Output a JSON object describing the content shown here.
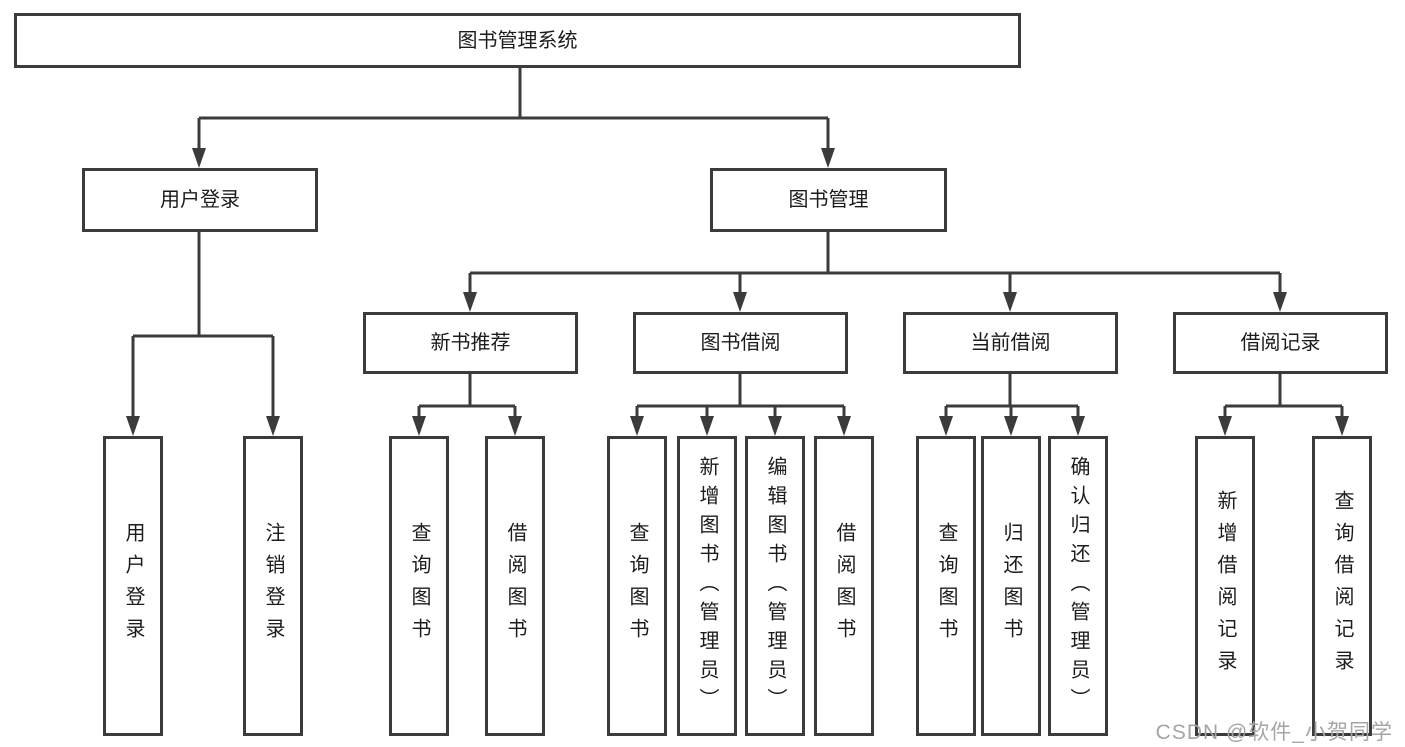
{
  "diagram": {
    "title": "图书管理系统",
    "colors": {
      "line": "#3b3b3b",
      "text": "#1c1c1c",
      "background": "#ffffff",
      "watermark": "#a5a5a5"
    },
    "tree": {
      "root": {
        "label": "图书管理系统"
      },
      "branches": [
        {
          "label": "用户登录",
          "children": [
            {
              "label": "用户登录"
            },
            {
              "label": "注销登录"
            }
          ]
        },
        {
          "label": "图书管理",
          "children": [
            {
              "label": "新书推荐",
              "children": [
                {
                  "label": "查询图书"
                },
                {
                  "label": "借阅图书"
                }
              ]
            },
            {
              "label": "图书借阅",
              "children": [
                {
                  "label": "查询图书"
                },
                {
                  "label": "新增图书（管理员）"
                },
                {
                  "label": "编辑图书（管理员）"
                },
                {
                  "label": "借阅图书"
                }
              ]
            },
            {
              "label": "当前借阅",
              "children": [
                {
                  "label": "查询图书"
                },
                {
                  "label": "归还图书"
                },
                {
                  "label": "确认归还（管理员）"
                }
              ]
            },
            {
              "label": "借阅记录",
              "children": [
                {
                  "label": "新增借阅记录"
                },
                {
                  "label": "查询借阅记录"
                }
              ]
            }
          ]
        }
      ]
    }
  },
  "watermark": "CSDN @软件_小贺同学"
}
